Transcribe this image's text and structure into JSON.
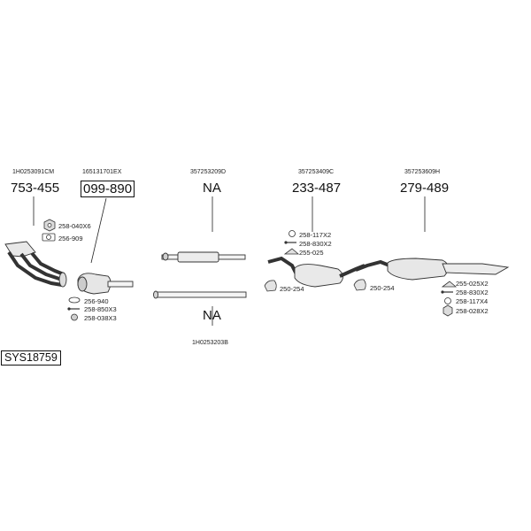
{
  "system_code": "SYS18759",
  "sections": [
    {
      "oe": "1H0253091CM",
      "part": "753-455"
    },
    {
      "oe": "165131701EX",
      "part": "099-890"
    },
    {
      "oe": "357253209D",
      "part": "NA"
    },
    {
      "oe": "357253409C",
      "part": "233-487"
    },
    {
      "oe": "357253609H",
      "part": "279-489"
    }
  ],
  "lower": {
    "oe": "1H0253203B",
    "part": "NA"
  },
  "accessories": {
    "manifold": [
      "258-040X6",
      "256-909"
    ],
    "cat": [
      "256-940",
      "258-850X3",
      "258-038X3"
    ],
    "center": [
      "258-117X2",
      "258-830X2",
      "255-025"
    ],
    "center_clamp": "250-254",
    "rear_clamp": "250-254",
    "rear": [
      "255-025X2",
      "258-830X2",
      "258-117X4",
      "258-028X2"
    ]
  }
}
